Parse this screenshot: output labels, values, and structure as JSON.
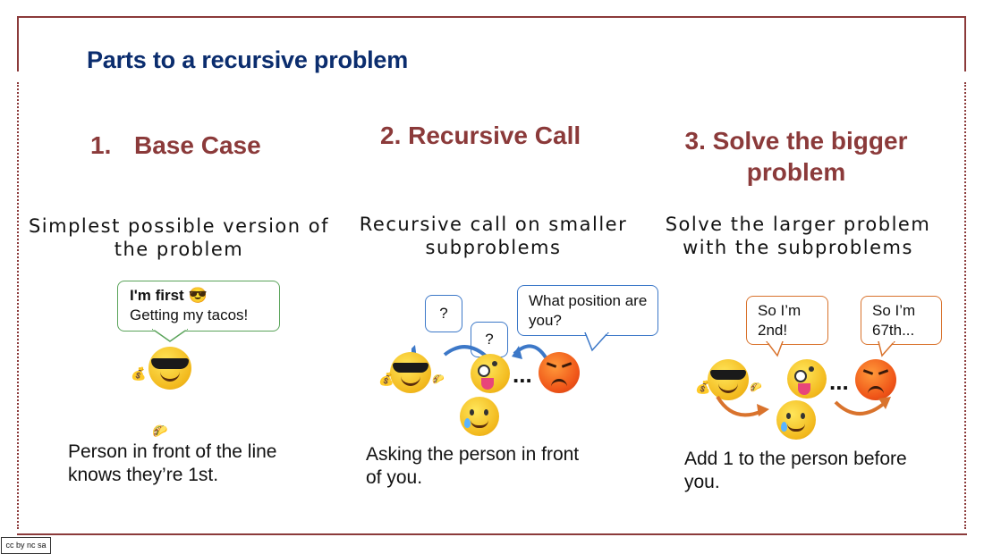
{
  "title": "Parts to a recursive problem",
  "columns": [
    {
      "number": "1.",
      "heading": "Base Case",
      "description": "Simplest possible version of the problem",
      "bubble_bold": "I'm first 😎",
      "bubble_text": "Getting my tacos!",
      "body": "Person in front of the line knows they’re 1st."
    },
    {
      "heading": "2. Recursive Call",
      "description": "Recursive call on smaller subproblems",
      "bubble_q1": "?",
      "bubble_q2": "?",
      "bubble_question": "What position are you?",
      "ellipsis": "...",
      "body": "Asking the person in front of you."
    },
    {
      "heading_line1": "3. Solve the bigger",
      "heading_line2": "problem",
      "description": "Solve the larger problem with the subproblems",
      "bubble_a": "So I’m 2nd!",
      "bubble_b": "So I’m 67th...",
      "ellipsis": "...",
      "body": "Add 1 to the person before you."
    }
  ],
  "license_badge": "cc by nc sa",
  "colors": {
    "title": "#0b2d6e",
    "heading": "#8b3a3a",
    "frame": "#8b3a3a",
    "green": "#5aa35a",
    "blue": "#3c78c8",
    "orange": "#d9732d"
  }
}
